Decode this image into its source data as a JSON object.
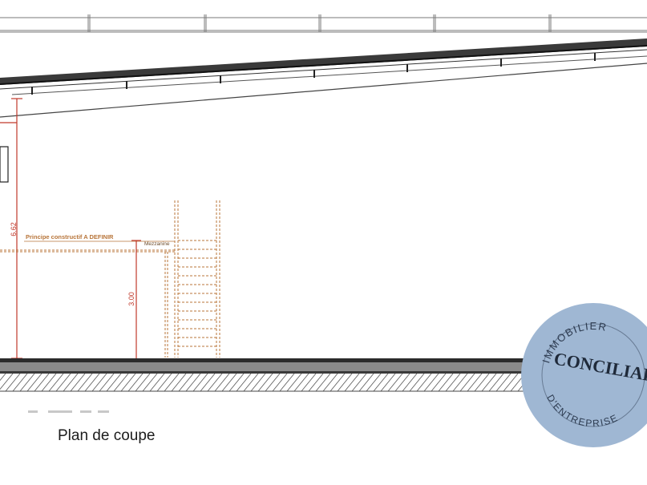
{
  "caption": "Plan de coupe",
  "annotations": {
    "principle": "Principe constructif A DEFINIR",
    "mezzanine_label": "Mezzanine",
    "height_total": "6.62",
    "height_mezzanine": "3.00"
  },
  "stamp": {
    "top_text": "IMMOBILIER",
    "center_text": "CONCILIARE",
    "bottom_text": "D'ENTREPRISE",
    "color": "#9fb7d3",
    "ink": "#2c3a4f"
  },
  "colors": {
    "line": "#2a2a2a",
    "dimension": "#c0392b",
    "structure": "#b8753a",
    "ground": "#6b6b6b"
  }
}
